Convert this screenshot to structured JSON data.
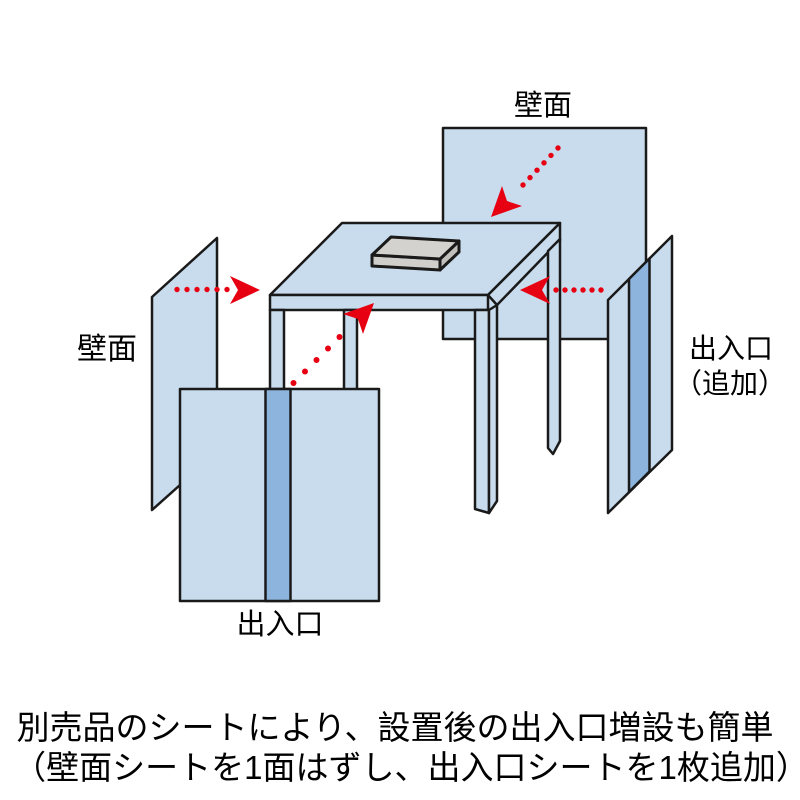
{
  "diagram": {
    "labels": {
      "wall_top": "壁面",
      "wall_left": "壁面",
      "door_front": "出入口",
      "door_right_main": "出入口",
      "door_right_sub": "（追加）"
    },
    "caption": {
      "line1": "別売品のシートにより、設置後の出入口増設も簡単",
      "line2": "（壁面シートを1面はずし、出入口シートを1枚追加）"
    },
    "colors": {
      "panel_light": "#c9dcee",
      "panel_stripe": "#8db4dd",
      "outline": "#1a1a1a",
      "text": "#000000",
      "arrow": "#e60012",
      "box_top": "#d3d2ce",
      "box_front": "#cfcecb",
      "box_side": "#c0bfbb",
      "background": "#ffffff"
    }
  }
}
